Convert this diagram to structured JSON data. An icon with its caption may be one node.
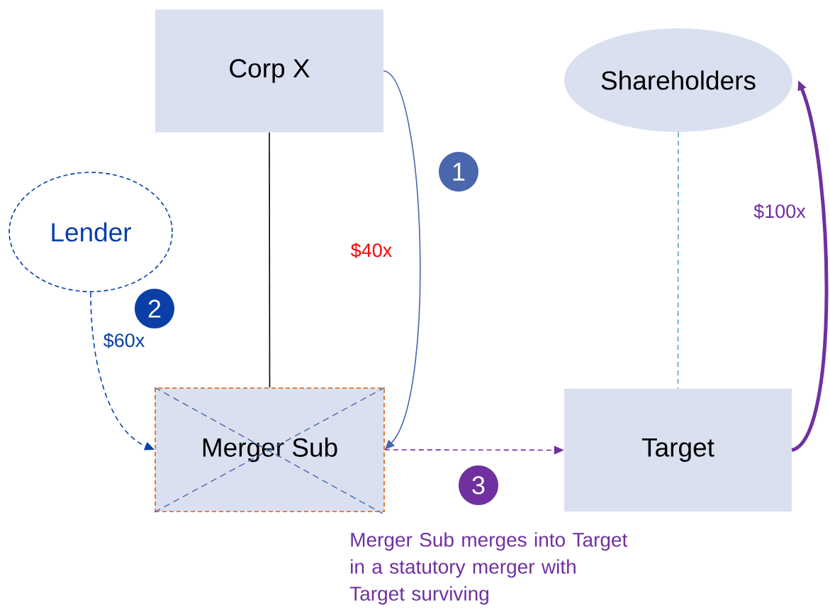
{
  "diagram": {
    "nodes": [
      {
        "text": [
          "Corp X"
        ]
      },
      {
        "text": [
          "Shareholders"
        ]
      },
      {
        "text": [
          "Lender"
        ]
      },
      {
        "text": [
          "Merger Sub"
        ]
      },
      {
        "text": [
          "Target"
        ]
      },
      {
        "text": [
          "1"
        ]
      },
      {
        "text": [
          "2"
        ]
      },
      {
        "text": [
          "3"
        ]
      }
    ],
    "edges": [
      {
        "from": 0,
        "to": 3,
        "arrow": "none",
        "color": "#000000"
      },
      {
        "from": 0,
        "to": 3,
        "arrow": "to",
        "label": "$40x",
        "color": "#4a66ac"
      },
      {
        "from": 2,
        "to": 3,
        "arrow": "to",
        "label": "$60x",
        "style": "dashed",
        "color": "#0a3fa8"
      },
      {
        "from": 3,
        "to": 4,
        "arrow": "to",
        "style": "dashed",
        "color": "#7030a0"
      },
      {
        "from": 4,
        "to": 1,
        "arrow": "to",
        "label": "$100x",
        "style": "thick",
        "color": "#7030a0"
      },
      {
        "from": 1,
        "to": 4,
        "arrow": "none",
        "style": "dashed",
        "color": "#5b9bd5"
      }
    ],
    "labels": [
      "Merger Sub merges into Target in a statutory merger with Target surviving"
    ]
  }
}
